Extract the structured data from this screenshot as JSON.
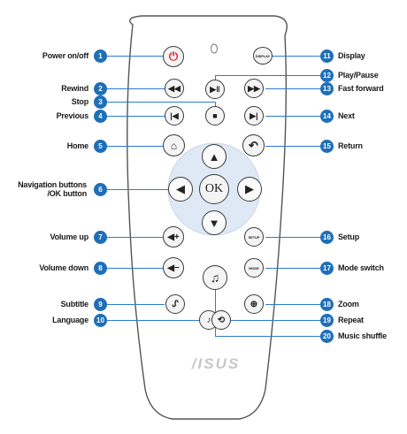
{
  "brand": {
    "logo_text": "/ISUS"
  },
  "callouts": [
    {
      "id": "1",
      "label": "Power on/off"
    },
    {
      "id": "2",
      "label": "Rewind"
    },
    {
      "id": "3",
      "label": "Stop"
    },
    {
      "id": "4",
      "label": "Previous"
    },
    {
      "id": "5",
      "label": "Home"
    },
    {
      "id": "6",
      "label": "Navigation buttons /OK button"
    },
    {
      "id": "7",
      "label": "Volume up"
    },
    {
      "id": "8",
      "label": "Volume down"
    },
    {
      "id": "9",
      "label": "Subtitle"
    },
    {
      "id": "10",
      "label": "Language"
    },
    {
      "id": "11",
      "label": "Display"
    },
    {
      "id": "12",
      "label": "Play/Pause"
    },
    {
      "id": "13",
      "label": "Fast forward"
    },
    {
      "id": "14",
      "label": "Next"
    },
    {
      "id": "15",
      "label": "Return"
    },
    {
      "id": "16",
      "label": "Setup"
    },
    {
      "id": "17",
      "label": "Mode switch"
    },
    {
      "id": "18",
      "label": "Zoom"
    },
    {
      "id": "19",
      "label": "Repeat"
    },
    {
      "id": "20",
      "label": "Music shuffle"
    }
  ],
  "buttons": {
    "display": "DISPLAY",
    "setup": "SETUP",
    "mode": "MODE",
    "ok": "OK"
  },
  "colors": {
    "badge": "#1f6fb8",
    "leader": "#2d7ad1",
    "power": "#d9262b"
  }
}
